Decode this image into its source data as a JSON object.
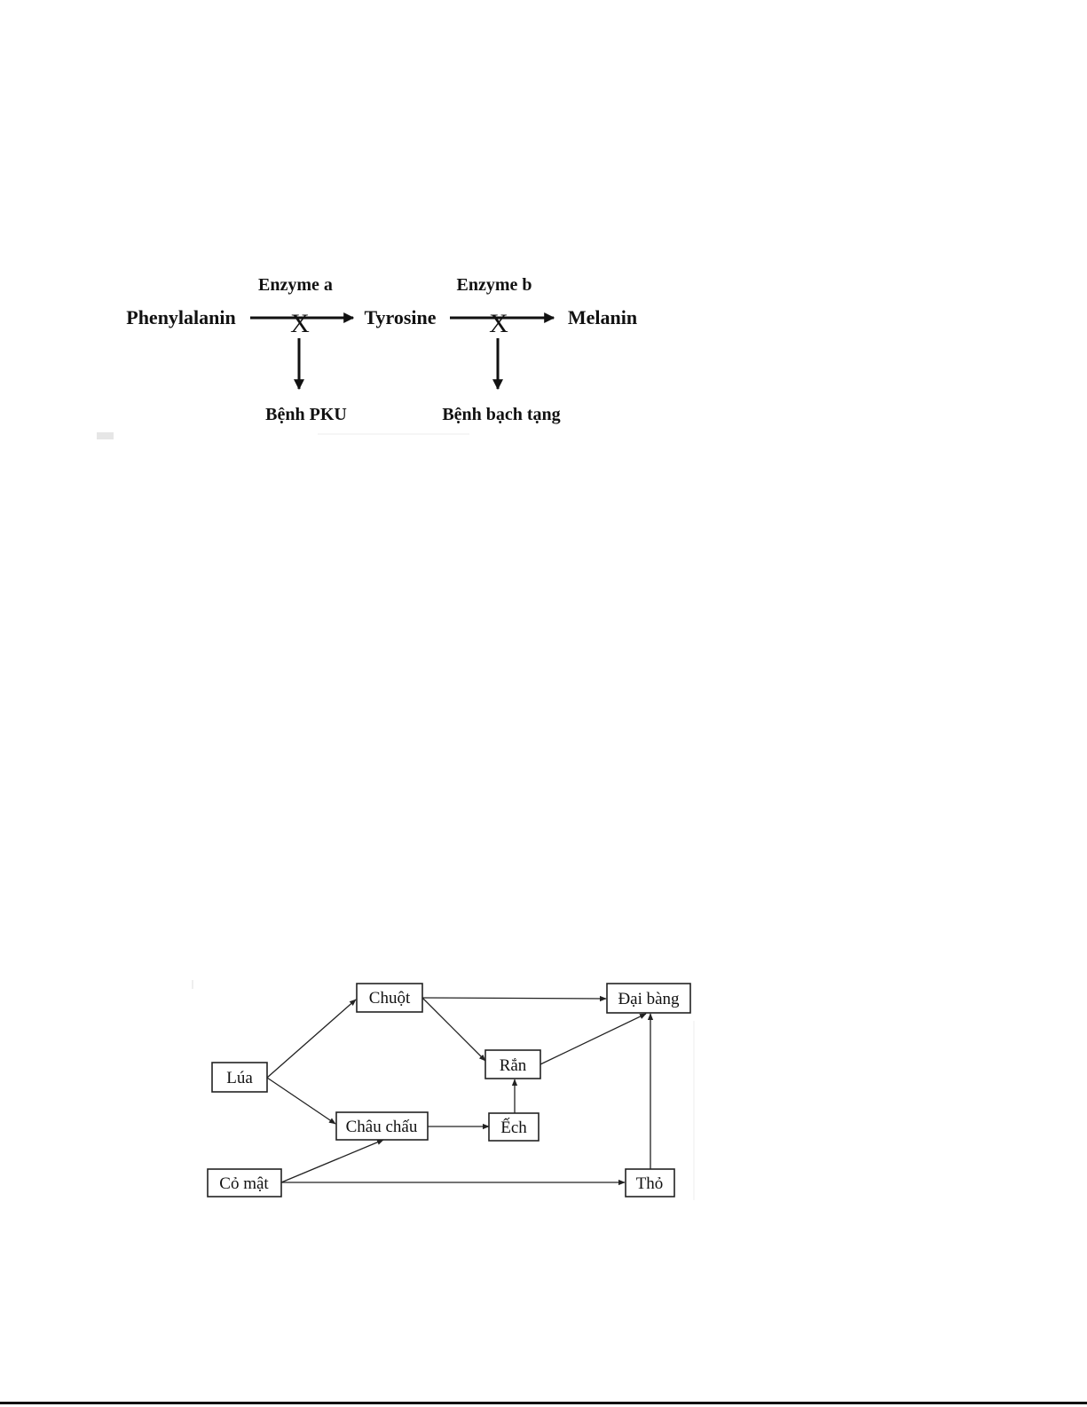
{
  "pathway": {
    "substrate": "Phenylalanin",
    "intermediate": "Tyrosine",
    "product": "Melanin",
    "enzyme_a": "Enzyme a",
    "enzyme_b": "Enzyme b",
    "block_mark": "X",
    "disease_a": "Bệnh PKU",
    "disease_b": "Bệnh bạch tạng"
  },
  "food_web": {
    "nodes": {
      "lua": "Lúa",
      "co_mat": "Cỏ mật",
      "chuot": "Chuột",
      "chau_chau": "Châu chấu",
      "ech": "Ếch",
      "ran": "Rắn",
      "dai_bang": "Đại bàng",
      "tho": "Thỏ"
    },
    "edges": [
      {
        "from": "lua",
        "to": "chuot"
      },
      {
        "from": "lua",
        "to": "chau_chau"
      },
      {
        "from": "co_mat",
        "to": "chau_chau"
      },
      {
        "from": "co_mat",
        "to": "tho"
      },
      {
        "from": "chuot",
        "to": "dai_bang"
      },
      {
        "from": "chuot",
        "to": "ran"
      },
      {
        "from": "chau_chau",
        "to": "ech"
      },
      {
        "from": "ech",
        "to": "ran"
      },
      {
        "from": "ran",
        "to": "dai_bang"
      },
      {
        "from": "tho",
        "to": "dai_bang"
      }
    ]
  }
}
